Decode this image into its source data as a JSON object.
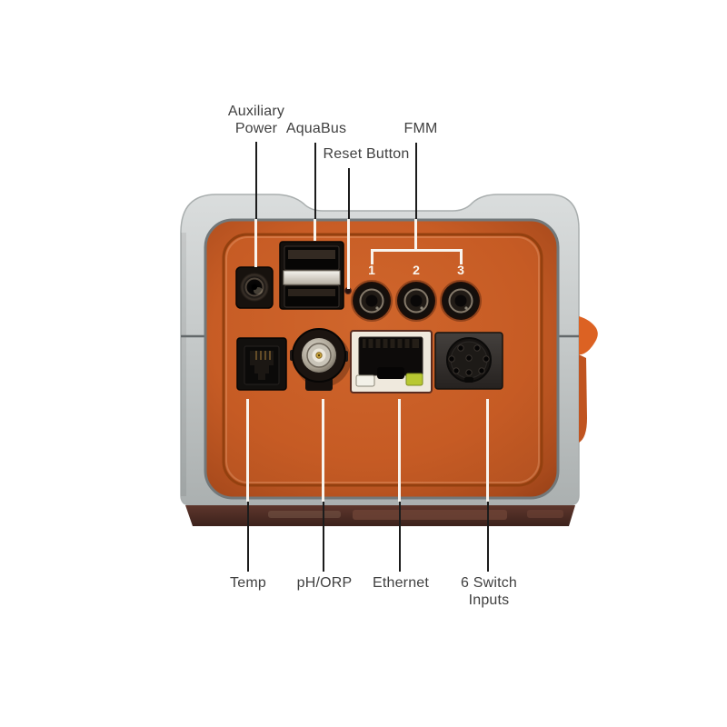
{
  "colors": {
    "background": "#ffffff",
    "case_gray": "#c6caca",
    "panel_orange": "#c75c25",
    "panel_ridge": "#93400f",
    "base_maroon": "#4e2d25",
    "side_tab_orange": "#dc6223",
    "callout_text": "#404040",
    "callout_line_dark": "#1c1c1c",
    "callout_line_light": "#f8f4ee",
    "ethernet_bezel": "#efe9dd",
    "led_green": "#b8c832",
    "bnc_pin_gold": "#caa53e"
  },
  "callouts": {
    "auxiliary_power": {
      "line1": "Auxiliary",
      "line2": "Power"
    },
    "aquabus": {
      "label": "AquaBus"
    },
    "reset_button": {
      "label": "Reset Button"
    },
    "fmm": {
      "label": "FMM",
      "port_numbers": [
        "1",
        "2",
        "3"
      ]
    },
    "temp": {
      "label": "Temp"
    },
    "ph_orp": {
      "label": "pH/ORP"
    },
    "ethernet": {
      "label": "Ethernet"
    },
    "six_switch_inputs": {
      "line1": "6 Switch",
      "line2": "Inputs"
    }
  }
}
